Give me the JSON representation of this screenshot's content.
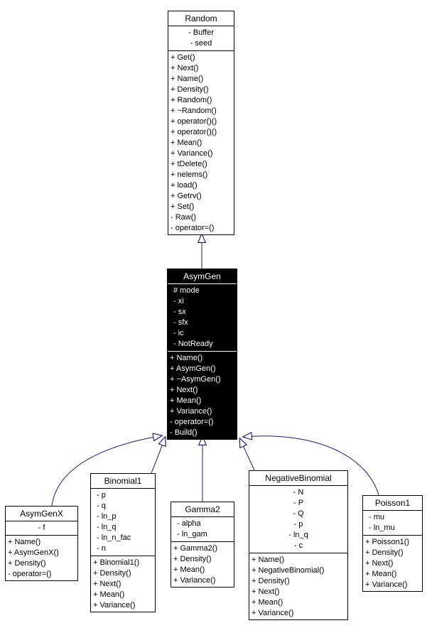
{
  "diagram": {
    "type": "uml-class-inheritance",
    "background_color": "#ffffff",
    "edge_color": "#191970",
    "dark_box_bg": "#000000",
    "dark_box_text": "#ffffff",
    "classes": [
      {
        "id": "random",
        "title": "Random",
        "attributes": [
          "- Buffer",
          "- seed"
        ],
        "methods": [
          "+ Get()",
          "+ Next()",
          "+ Name()",
          "+ Density()",
          "+ Random()",
          "+ ~Random()",
          "+ operator()()",
          "+ operator()()",
          "+ Mean()",
          "+ Variance()",
          "+ tDelete()",
          "+ nelems()",
          "+ load()",
          "+ Getrv()",
          "+ Set()",
          "- Raw()",
          "- operator=()"
        ]
      },
      {
        "id": "asymgen",
        "title": "AsymGen",
        "attributes": [
          "# mode",
          "- xi",
          "- sx",
          "- sfx",
          "- ic",
          "- NotReady"
        ],
        "methods": [
          "+ Name()",
          "+ AsymGen()",
          "+ ~AsymGen()",
          "+ Next()",
          "+ Mean()",
          "+ Variance()",
          "- operator=()",
          "- Build()"
        ]
      },
      {
        "id": "asymgenx",
        "title": "AsymGenX",
        "attributes": [
          "- f"
        ],
        "methods": [
          "+ Name()",
          "+ AsymGenX()",
          "+ Density()",
          "- operator=()"
        ]
      },
      {
        "id": "binomial1",
        "title": "Binomial1",
        "attributes": [
          "- p",
          "- q",
          "- ln_p",
          "- ln_q",
          "- ln_n_fac",
          "- n"
        ],
        "methods": [
          "+ Binomial1()",
          "+ Density()",
          "+ Next()",
          "+ Mean()",
          "+ Variance()"
        ]
      },
      {
        "id": "gamma2",
        "title": "Gamma2",
        "attributes": [
          "- alpha",
          "- ln_gam"
        ],
        "methods": [
          "+ Gamma2()",
          "+ Density()",
          "+ Mean()",
          "+ Variance()"
        ]
      },
      {
        "id": "negativebinomial",
        "title": "NegativeBinomial",
        "attributes": [
          "- N",
          "- P",
          "- Q",
          "- p",
          "- ln_q",
          "- c"
        ],
        "methods": [
          "+ Name()",
          "+ NegativeBinomial()",
          "+ Density()",
          "+ Next()",
          "+ Mean()",
          "+ Variance()"
        ]
      },
      {
        "id": "poisson1",
        "title": "Poisson1",
        "attributes": [
          "- mu",
          "- ln_mu"
        ],
        "methods": [
          "+ Poisson1()",
          "+ Density()",
          "+ Next()",
          "+ Mean()",
          "+ Variance()"
        ]
      }
    ],
    "edges": [
      {
        "from": "AsymGen",
        "to": "Random",
        "relation": "inherits"
      },
      {
        "from": "AsymGenX",
        "to": "AsymGen",
        "relation": "inherits"
      },
      {
        "from": "Binomial1",
        "to": "AsymGen",
        "relation": "inherits"
      },
      {
        "from": "Gamma2",
        "to": "AsymGen",
        "relation": "inherits"
      },
      {
        "from": "NegativeBinomial",
        "to": "AsymGen",
        "relation": "inherits"
      },
      {
        "from": "Poisson1",
        "to": "AsymGen",
        "relation": "inherits"
      }
    ]
  }
}
